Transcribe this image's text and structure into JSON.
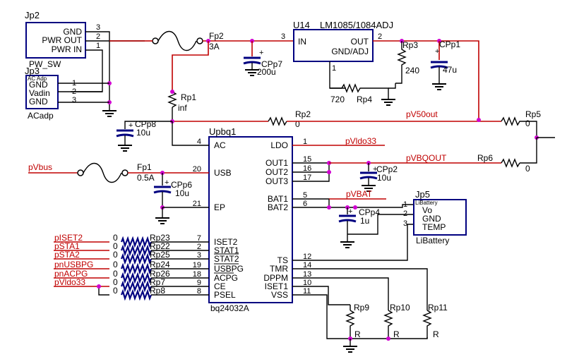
{
  "jp2": {
    "ref": "Jp2",
    "name": "PW_SW",
    "pins": [
      "GND",
      "PWR OUT",
      "PWR IN"
    ],
    "nums": [
      "3",
      "2",
      "1"
    ]
  },
  "jp3": {
    "ref": "Jp3",
    "name": "ACadp",
    "tag": "AC Adp",
    "pins": [
      "GND",
      "Vadin",
      "GND"
    ],
    "nums": [
      "1",
      "2",
      "3"
    ]
  },
  "jp5": {
    "ref": "Jp5",
    "name": "LiBattery",
    "tag": "LiBattery",
    "pins": [
      "Vo",
      "GND",
      "TEMP"
    ],
    "nums": [
      "1",
      "2",
      "3"
    ]
  },
  "fuses": {
    "fp2": {
      "ref": "Fp2",
      "value": "3A"
    },
    "fp1": {
      "ref": "Fp1",
      "value": "0.5A"
    }
  },
  "u14": {
    "ref": "U14",
    "part": "LM1085/1084ADJ",
    "pin_in": "IN",
    "pin_out": "OUT",
    "pin_adj": "GND/ADJ",
    "n_in": "3",
    "n_out": "2",
    "n_adj": "1"
  },
  "caps": {
    "cpp7": {
      "ref": "CPp7",
      "value": "200u"
    },
    "cpp1": {
      "ref": "CPp1",
      "value": "47u"
    },
    "cpp8": {
      "ref": "CPp8",
      "value": "10u"
    },
    "cpp6": {
      "ref": "CPp6",
      "value": "10u"
    },
    "cpp2": {
      "ref": "CPp2",
      "value": "10u"
    },
    "cpp4": {
      "ref": "CPp4",
      "value": "1u"
    },
    "plus": "+"
  },
  "resistors": {
    "rp3": {
      "ref": "Rp3",
      "value": "240"
    },
    "rp4": {
      "ref": "Rp4",
      "value": "720"
    },
    "rp1": {
      "ref": "Rp1",
      "value": "inf"
    },
    "rp2": {
      "ref": "Rp2",
      "value": "0"
    },
    "rp5": {
      "ref": "Rp5",
      "value": "0"
    },
    "rp6": {
      "ref": "Rp6",
      "value": "0"
    },
    "rp9": {
      "ref": "Rp9",
      "value": "R"
    },
    "rp10": {
      "ref": "Rp10",
      "value": "R"
    },
    "rp11": {
      "ref": "Rp11",
      "value": "R"
    }
  },
  "nets": {
    "pv50out": "pV50out",
    "pvldo33": "pVldo33",
    "pvbqout": "pVBQOUT",
    "pvbat": "pVBAT",
    "pvbus": "pVbus"
  },
  "chip": {
    "ref": "Upbq1",
    "part": "bq24032A",
    "left": [
      {
        "name": "AC",
        "num": "4"
      },
      {
        "name": "USB",
        "num": "20"
      },
      {
        "name": "EP",
        "num": "21"
      },
      {
        "name": "ISET2",
        "num": "7"
      },
      {
        "name": "STAT1",
        "num": "2"
      },
      {
        "name": "STAT2",
        "num": "3"
      },
      {
        "name": "USBPG",
        "num": "19"
      },
      {
        "name": "ACPG",
        "num": "18"
      },
      {
        "name": "CE",
        "num": "9"
      },
      {
        "name": "PSEL",
        "num": "8"
      }
    ],
    "right": [
      {
        "name": "LDO",
        "num": "1"
      },
      {
        "name": "OUT1",
        "num": "15"
      },
      {
        "name": "OUT2",
        "num": "16"
      },
      {
        "name": "OUT3",
        "num": "17"
      },
      {
        "name": "BAT1",
        "num": "5"
      },
      {
        "name": "BAT2",
        "num": "6"
      },
      {
        "name": "TS",
        "num": "12"
      },
      {
        "name": "TMR",
        "num": "14"
      },
      {
        "name": "DPPM",
        "num": "13"
      },
      {
        "name": "ISET1",
        "num": "10"
      },
      {
        "name": "VSS",
        "num": "11"
      }
    ]
  },
  "left_rows": [
    {
      "net": "pISET2",
      "val": "0",
      "ref": "Rp23"
    },
    {
      "net": "pSTA1",
      "val": "0",
      "ref": "Rp22"
    },
    {
      "net": "pSTA2",
      "val": "0",
      "ref": "Rp25"
    },
    {
      "net": "pnUSBPG",
      "val": "0",
      "ref": "Rp24"
    },
    {
      "net": "pnACPG",
      "val": "0",
      "ref": "Rp26"
    },
    {
      "net": "pVldo33",
      "val": "0",
      "ref": "Rp7"
    },
    {
      "net": "",
      "val": "0",
      "ref": "Rp8"
    }
  ]
}
